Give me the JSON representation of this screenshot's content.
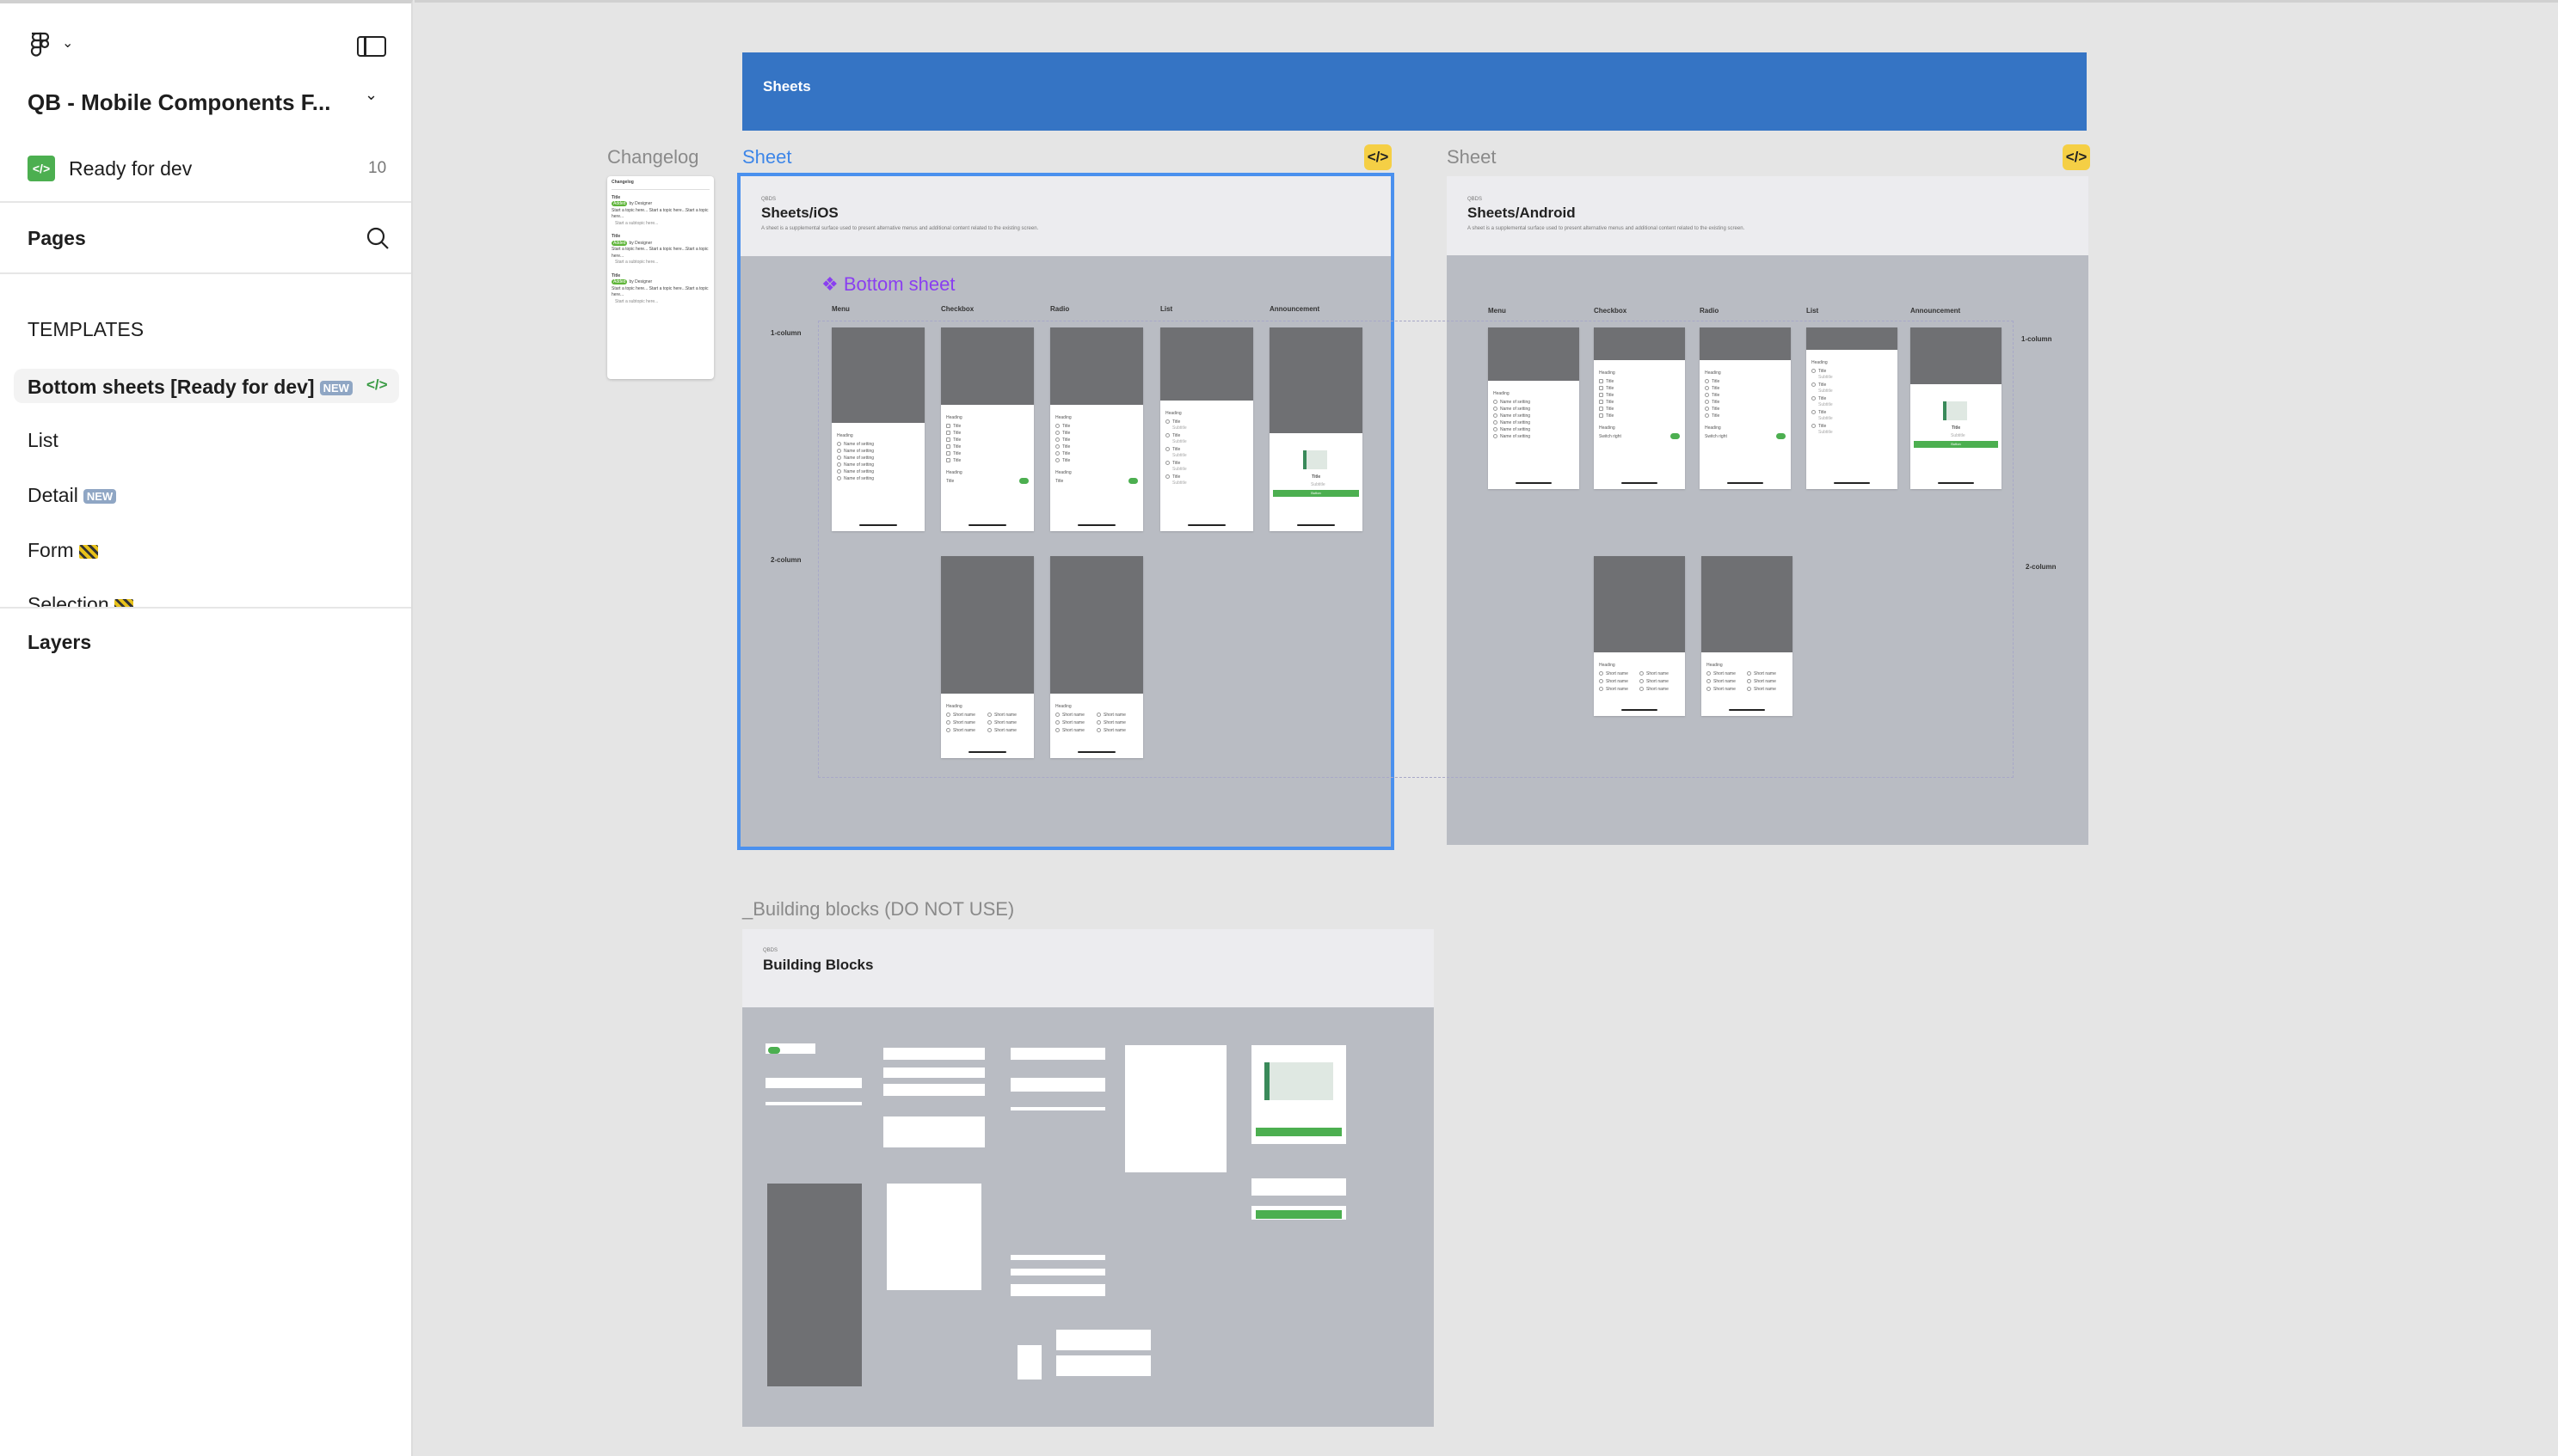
{
  "sidebar": {
    "file_title": "QB - Mobile Components F...",
    "status_label": "Ready for dev",
    "status_count": "10",
    "pages_heading": "Pages",
    "section_label": "TEMPLATES",
    "pages": [
      {
        "label": "Bottom sheets [Ready for dev]",
        "badge": "NEW",
        "selected": true
      },
      {
        "label": "List"
      },
      {
        "label": "Detail",
        "badge": "NEW"
      },
      {
        "label": "Form"
      },
      {
        "label": "Selection"
      }
    ],
    "layers_heading": "Layers"
  },
  "canvas": {
    "header_banner": "Sheets",
    "changelog": {
      "label": "Changelog",
      "card_title": "Changelog",
      "entry_title": "Title",
      "tag": "Added",
      "by": "by Designer",
      "bullet": "Start a topic here... Start a topic here...Start a topic here...",
      "sub": "Start a subtopic here..."
    },
    "ios": {
      "label": "Sheet",
      "tag": "QBDS",
      "title": "Sheets/iOS",
      "desc": "A sheet is a supplemental surface used to present alternative menus and additional content related to the existing screen.",
      "component_label": "Bottom sheet"
    },
    "android": {
      "label": "Sheet",
      "tag": "QBDS",
      "title": "Sheets/Android",
      "desc": "A sheet is a supplemental surface used to present alternative menus and additional content related to the existing screen."
    },
    "columns": [
      "Menu",
      "Checkbox",
      "Radio",
      "List",
      "Announcement"
    ],
    "rows": [
      "1-column",
      "2-column"
    ],
    "building": {
      "label": "_Building blocks (DO NOT USE)",
      "tag": "QBDS",
      "title": "Building Blocks"
    },
    "phone_text": {
      "heading": "Heading",
      "title": "Title",
      "subtitle": "Subtitle",
      "setting": "Name of setting",
      "button": "Button",
      "short": "Short name",
      "switch": "Switch right"
    },
    "code_icon": "</>"
  },
  "colors": {
    "accent": "#3574c4",
    "selection": "#4a90ee",
    "green": "#4caf50",
    "yellow": "#f5cf45",
    "purple": "#8a3ff0"
  }
}
